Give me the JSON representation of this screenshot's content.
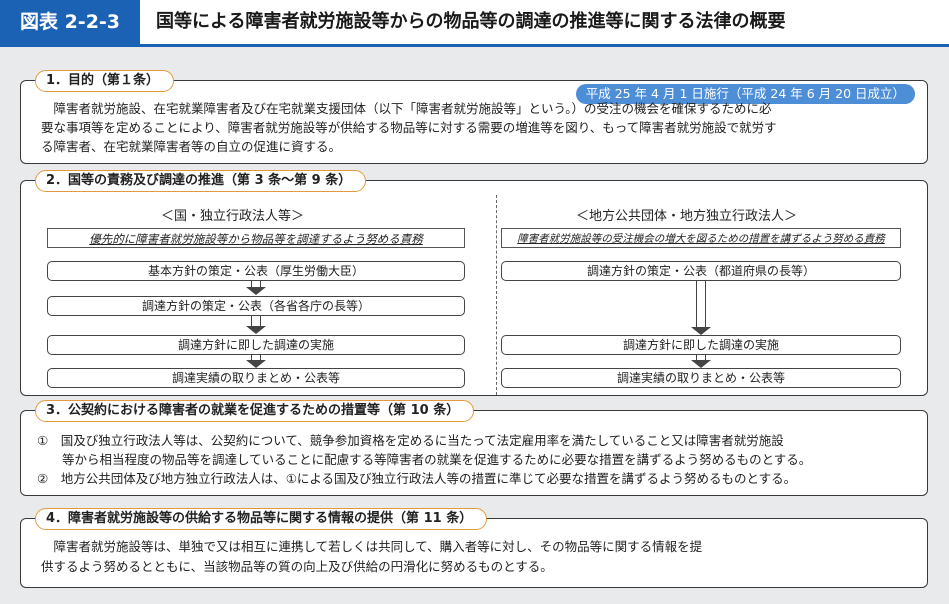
{
  "header": {
    "tag": "図表 2-2-3",
    "title": "国等による障害者就労施設等からの物品等の調達の推進等に関する法律の概要"
  },
  "section1": {
    "label": "1．目的（第１条）",
    "date_badge": "平成 25 年 4 月 1 日施行（平成 24 年 6 月 20 日成立）",
    "lines": [
      "　障害者就労施設、在宅就業障害者及び在宅就業支援団体（以下「障害者就労施設等」という。）の受注の機会を確保するために必",
      "要な事項等を定めることにより、障害者就労施設等が供給する物品等に対する需要の増進等を図り、もって障害者就労施設で就労す",
      "る障害者、在宅就業障害者等の自立の促進に資する。"
    ]
  },
  "section2": {
    "label": "2．国等の責務及び調達の推進（第 3 条〜第 9 条）",
    "left": {
      "heading": "＜国・独立行政法人等＞",
      "duty": "優先的に障害者就労施設等から物品等を調達するよう努める責務",
      "steps": [
        "基本方針の策定・公表（厚生労働大臣）",
        "調達方針の策定・公表（各省各庁の長等）",
        "調達方針に即した調達の実施",
        "調達実績の取りまとめ・公表等"
      ]
    },
    "right": {
      "heading": "＜地方公共団体・地方独立行政法人＞",
      "duty": "障害者就労施設等の受注機会の増大を図るための措置を講ずるよう努める責務",
      "steps": [
        "調達方針の策定・公表（都道府県の長等）",
        "調達方針に即した調達の実施",
        "調達実績の取りまとめ・公表等"
      ]
    }
  },
  "section3": {
    "label": "3．公契約における障害者の就業を促進するための措置等（第 10 条）",
    "lines": [
      "①　国及び独立行政法人等は、公契約について、競争参加資格を定めるに当たって法定雇用率を満たしていること又は障害者就労施設",
      "　　等から相当程度の物品等を調達していることに配慮する等障害者の就業を促進するために必要な措置を講ずるよう努めるものとする。",
      "②　地方公共団体及び地方独立行政法人は、①による国及び独立行政法人等の措置に準じて必要な措置を講ずるよう努めるものとする。"
    ]
  },
  "section4": {
    "label": "4．障害者就労施設等の供給する物品等に関する情報の提供（第 11 条）",
    "lines": [
      "　障害者就労施設等は、単独で又は相互に連携して若しくは共同して、購入者等に対し、その物品等に関する情報を提",
      "供するよう努めるとともに、当該物品等の質の向上及び供給の円滑化に努めるものとする。"
    ]
  }
}
